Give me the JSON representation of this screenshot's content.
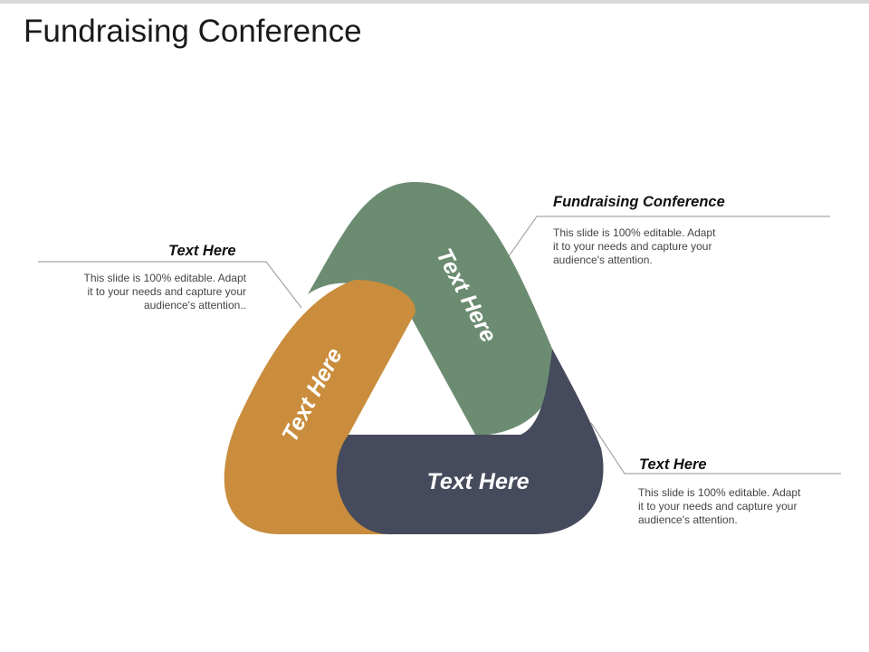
{
  "title": "Fundraising Conference",
  "segments": {
    "green": {
      "label": "Text Here",
      "color": "#6c8c72"
    },
    "orange": {
      "label": "Text Here",
      "color": "#c98d3d"
    },
    "navy": {
      "label": "Text Here",
      "color": "#454b5c"
    }
  },
  "callouts": {
    "top_right": {
      "heading": "Fundraising Conference",
      "lines": [
        "This slide is 100% editable. Adapt",
        "it to your needs and capture your",
        "audience's attention."
      ]
    },
    "left": {
      "heading": "Text Here",
      "lines": [
        "This slide is 100% editable. Adapt",
        "it to your needs and capture your",
        "audience's attention.."
      ]
    },
    "bottom_right": {
      "heading": "Text Here",
      "lines": [
        "This slide is 100% editable. Adapt",
        "it to your needs and capture your",
        "audience's attention."
      ]
    }
  },
  "colors": {
    "line": "#a6a6a6",
    "topbar": "#d9d9d9"
  }
}
